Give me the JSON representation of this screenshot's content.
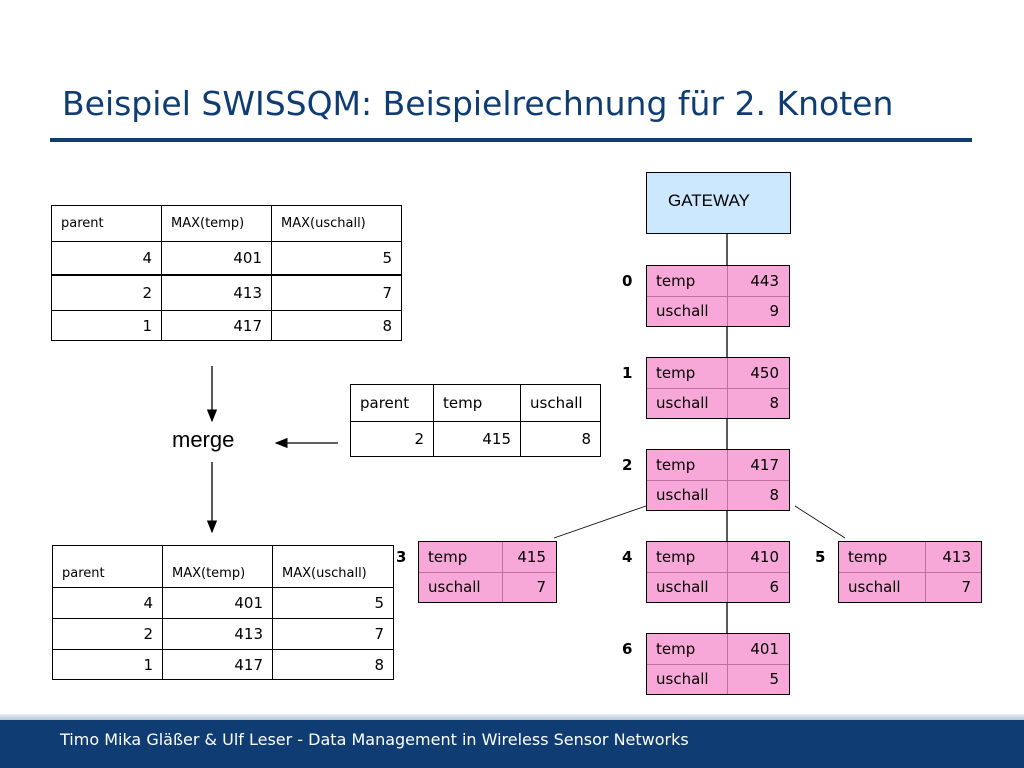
{
  "title": "Beispiel SWISSQM: Beispielrechnung für 2. Knoten",
  "footer": "Timo Mika Gläßer & Ulf Leser - Data Management in Wireless Sensor Networks",
  "merge_label": "merge",
  "gateway_label": "GATEWAY",
  "top_table": {
    "headers": [
      "parent",
      "MAX(temp)",
      "MAX(uschall)"
    ],
    "rows": [
      [
        "4",
        "401",
        "5"
      ],
      [
        "2",
        "413",
        "7"
      ],
      [
        "1",
        "417",
        "8"
      ]
    ]
  },
  "mid_table": {
    "headers": [
      "parent",
      "temp",
      "uschall"
    ],
    "rows": [
      [
        "2",
        "415",
        "8"
      ]
    ]
  },
  "bottom_table": {
    "headers": [
      "parent",
      "MAX(temp)",
      "MAX(uschall)"
    ],
    "rows": [
      [
        "4",
        "401",
        "5"
      ],
      [
        "2",
        "413",
        "7"
      ],
      [
        "1",
        "417",
        "8"
      ]
    ]
  },
  "nodes": [
    {
      "id": "0",
      "temp_label": "temp",
      "temp": "443",
      "uschall_label": "uschall",
      "uschall": "9"
    },
    {
      "id": "1",
      "temp_label": "temp",
      "temp": "450",
      "uschall_label": "uschall",
      "uschall": "8"
    },
    {
      "id": "2",
      "temp_label": "temp",
      "temp": "417",
      "uschall_label": "uschall",
      "uschall": "8"
    },
    {
      "id": "3",
      "temp_label": "temp",
      "temp": "415",
      "uschall_label": "uschall",
      "uschall": "7"
    },
    {
      "id": "4",
      "temp_label": "temp",
      "temp": "410",
      "uschall_label": "uschall",
      "uschall": "6"
    },
    {
      "id": "5",
      "temp_label": "temp",
      "temp": "413",
      "uschall_label": "uschall",
      "uschall": "7"
    },
    {
      "id": "6",
      "temp_label": "temp",
      "temp": "401",
      "uschall_label": "uschall",
      "uschall": "5"
    }
  ],
  "colors": {
    "accent": "#0f3d73",
    "node_fill": "#f7a8d8",
    "gateway_fill": "#cce8ff"
  }
}
